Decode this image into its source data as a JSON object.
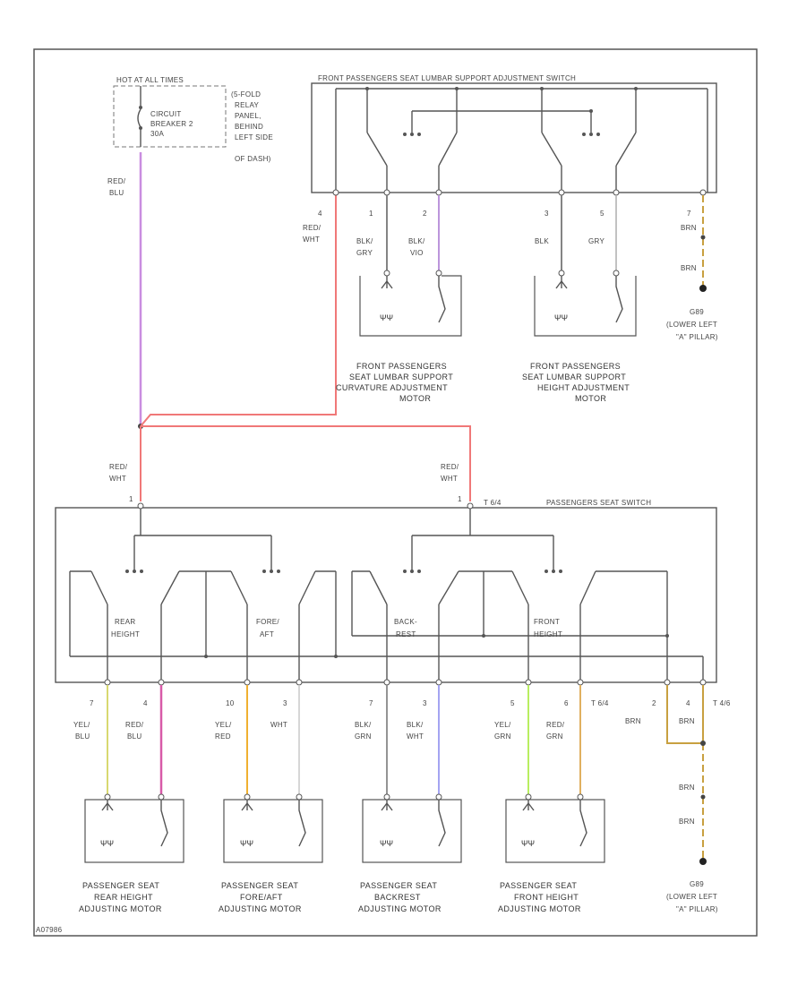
{
  "colors": {
    "frame": "#555555",
    "red_blu": "#c98de0",
    "red_wht": "#f07878",
    "brn": "#c8a040",
    "blk_gry": "#777777",
    "blk_vio": "#b48ad8",
    "gry": "#bbbbbb",
    "yel_blu": "#d8d870",
    "red_blu_dark": "#d85aa8",
    "yel_red": "#f0b030",
    "wht": "#cccccc",
    "blk_wht": "#9a9af0",
    "yel_grn": "#b8ee60",
    "red_grn": "#e0b060"
  },
  "top_left": {
    "hot_label": "HOT AT ALL TIMES",
    "breaker_label_1": "CIRCUIT",
    "breaker_label_2": "BREAKER 2",
    "breaker_label_3": "30A",
    "panel_label": [
      "(5-FOLD",
      "RELAY",
      "PANEL,",
      "BEHIND",
      "LEFT SIDE",
      "OF DASH)"
    ],
    "wire_label": [
      "RED/",
      "BLU"
    ]
  },
  "lumbar_switch": {
    "title": "FRONT PASSENGERS SEAT LUMBAR SUPPORT ADJUSTMENT SWITCH",
    "pins": [
      {
        "num": "4",
        "color": [
          "RED/",
          "WHT"
        ]
      },
      {
        "num": "1",
        "color": [
          "BLK/",
          "GRY"
        ]
      },
      {
        "num": "2",
        "color": [
          "BLK/",
          "VIO"
        ]
      },
      {
        "num": "3",
        "color": [
          "BLK"
        ]
      },
      {
        "num": "5",
        "color": [
          "GRY"
        ]
      },
      {
        "num": "7",
        "color": [
          "BRN"
        ]
      }
    ],
    "ground_wire_label": "BRN",
    "ground_label": [
      "G89",
      "(LOWER LEFT",
      "\"A\" PILLAR)"
    ]
  },
  "lumbar_motors": [
    {
      "label": [
        "FRONT PASSENGERS",
        "SEAT LUMBAR SUPPORT",
        "CURVATURE ADJUSTMENT",
        "MOTOR"
      ]
    },
    {
      "label": [
        "FRONT PASSENGERS",
        "SEAT LUMBAR SUPPORT",
        "HEIGHT ADJUSTMENT",
        "MOTOR"
      ]
    }
  ],
  "seat_switch": {
    "title": "PASSENGERS SEAT SWITCH",
    "connector": "T 6/4",
    "feed_labels": [
      {
        "num": "1",
        "color": [
          "RED/",
          "WHT"
        ]
      },
      {
        "num": "1",
        "color": [
          "RED/",
          "WHT"
        ]
      }
    ],
    "sections": [
      "REAR HEIGHT",
      "FORE/ AFT",
      "BACK REST",
      "FRONT HEIGHT"
    ],
    "section_lines": [
      [
        "REAR",
        "HEIGHT"
      ],
      [
        "FORE/",
        "AFT"
      ],
      [
        "BACK-",
        "REST"
      ],
      [
        "FRONT",
        "HEIGHT"
      ]
    ],
    "pins": [
      {
        "num": "7",
        "color": [
          "YEL/",
          "BLU"
        ]
      },
      {
        "num": "4",
        "color": [
          "RED/",
          "BLU"
        ]
      },
      {
        "num": "10",
        "color": [
          "YEL/",
          "RED"
        ]
      },
      {
        "num": "3",
        "color": [
          "WHT"
        ]
      },
      {
        "num": "7",
        "color": [
          "BLK/",
          "GRN"
        ]
      },
      {
        "num": "3",
        "color": [
          "BLK/",
          "WHT"
        ]
      },
      {
        "num": "5",
        "color": [
          "YEL/",
          "GRN"
        ]
      },
      {
        "num": "6",
        "color": [
          "RED/",
          "GRN"
        ]
      }
    ],
    "conn_t6": "T 6/4",
    "pin2": {
      "num": "2",
      "color": "BRN"
    },
    "pin4": {
      "num": "4",
      "color": "BRN",
      "conn": "T 4/6"
    },
    "ground_wire_label": "BRN",
    "ground_label": [
      "G89",
      "(LOWER LEFT",
      "\"A\" PILLAR)"
    ]
  },
  "seat_motors": [
    {
      "label": [
        "PASSENGER SEAT",
        "REAR HEIGHT",
        "ADJUSTING MOTOR"
      ]
    },
    {
      "label": [
        "PASSENGER SEAT",
        "FORE/AFT",
        "ADJUSTING MOTOR"
      ]
    },
    {
      "label": [
        "PASSENGER SEAT",
        "BACKREST",
        "ADJUSTING MOTOR"
      ]
    },
    {
      "label": [
        "PASSENGER SEAT",
        "FRONT HEIGHT",
        "ADJUSTING MOTOR"
      ]
    }
  ],
  "footer_code": "A07986"
}
